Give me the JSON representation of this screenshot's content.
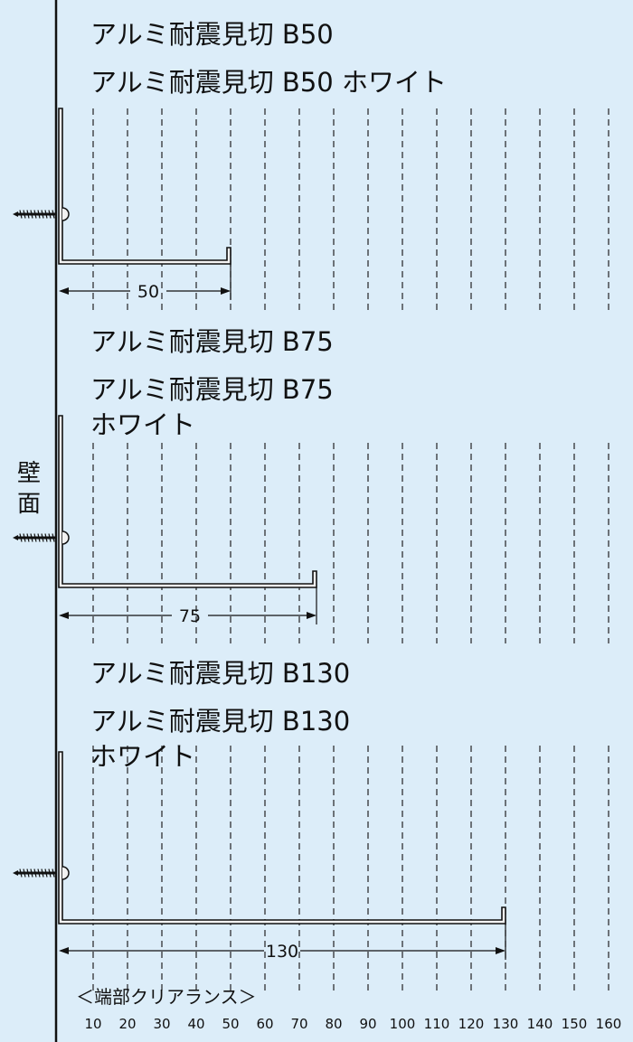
{
  "wall_label_chars": [
    "壁",
    "面"
  ],
  "products": [
    {
      "value": 50,
      "title_lines": [
        "アルミ耐震見切 B50",
        "アルミ耐震見切 B50 ホワイト"
      ],
      "dimension_label": "50"
    },
    {
      "value": 75,
      "title_lines": [
        "アルミ耐震見切 B75",
        "アルミ耐震見切 B75",
        "ホワイト"
      ],
      "dimension_label": "75"
    },
    {
      "value": 130,
      "title_lines": [
        "アルミ耐震見切 B130",
        "アルミ耐震見切 B130",
        "ホワイト"
      ],
      "dimension_label": "130"
    }
  ],
  "scale": {
    "caption": "＜端部クリアランス＞",
    "ticks": [
      10,
      20,
      30,
      40,
      50,
      60,
      70,
      80,
      90,
      100,
      110,
      120,
      130,
      140,
      150,
      160
    ]
  },
  "colors": {
    "background": "#dcedf9",
    "profile_fill": "#f4f4f4",
    "line": "#111111"
  }
}
